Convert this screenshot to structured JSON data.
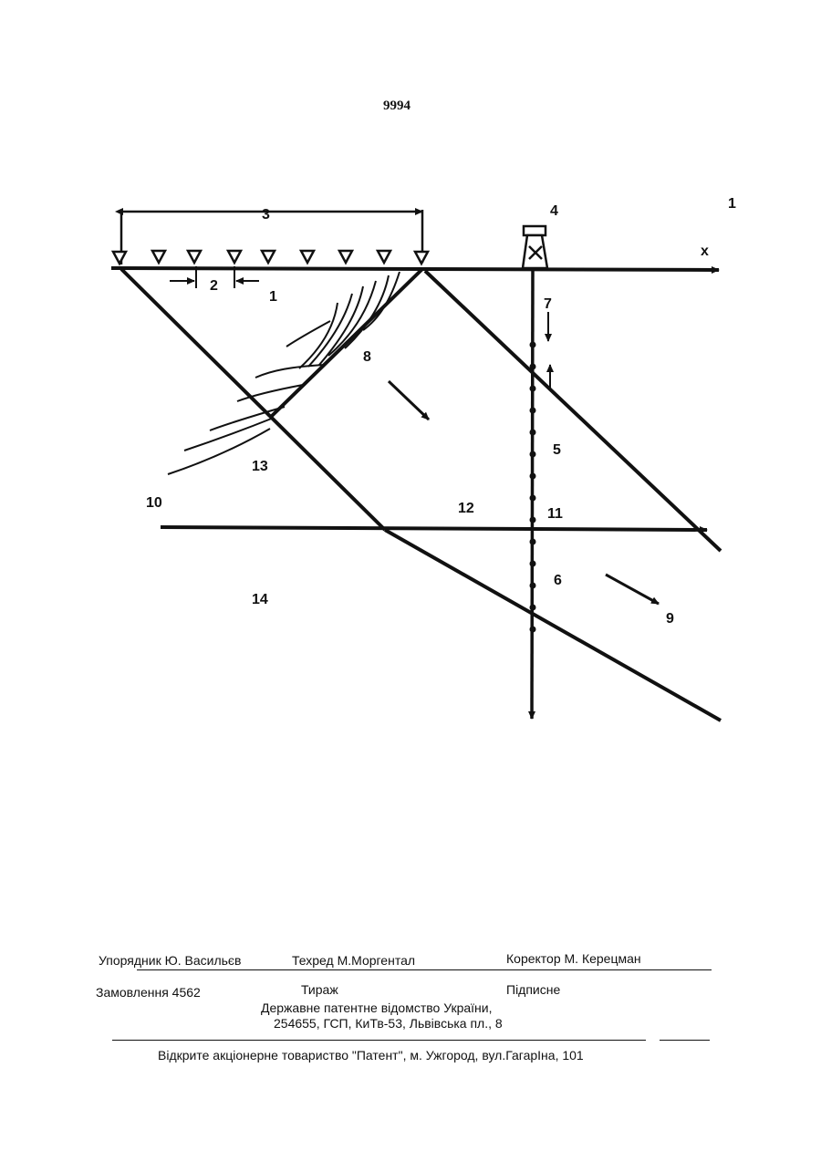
{
  "page": {
    "number": "9994"
  },
  "figure": {
    "labels": {
      "l1": "1",
      "l1b": "1",
      "l2": "2",
      "l3": "3",
      "l4": "4",
      "l5": "5",
      "l6": "6",
      "l7": "7",
      "l8": "8",
      "l9": "9",
      "l10": "10",
      "l11": "11",
      "l12": "12",
      "l13": "13",
      "l14": "14",
      "x": "x"
    }
  },
  "imprint": {
    "compiler": "Упорядник Ю. Васильєв",
    "techred": "Техред М.Моргентал",
    "corrector": "Коректор М. Керецман",
    "order": "Замовлення 4562",
    "circulation": "Тираж",
    "subscription": "Підписне",
    "office": "Державне патентне відомство України,",
    "address": "254655, ГСП, КиТв-53, Львівська пл., 8",
    "publisher": "Відкрите акціонерне товариство \"Патент\", м. Ужгород, вул.ГагарІна, 101"
  }
}
